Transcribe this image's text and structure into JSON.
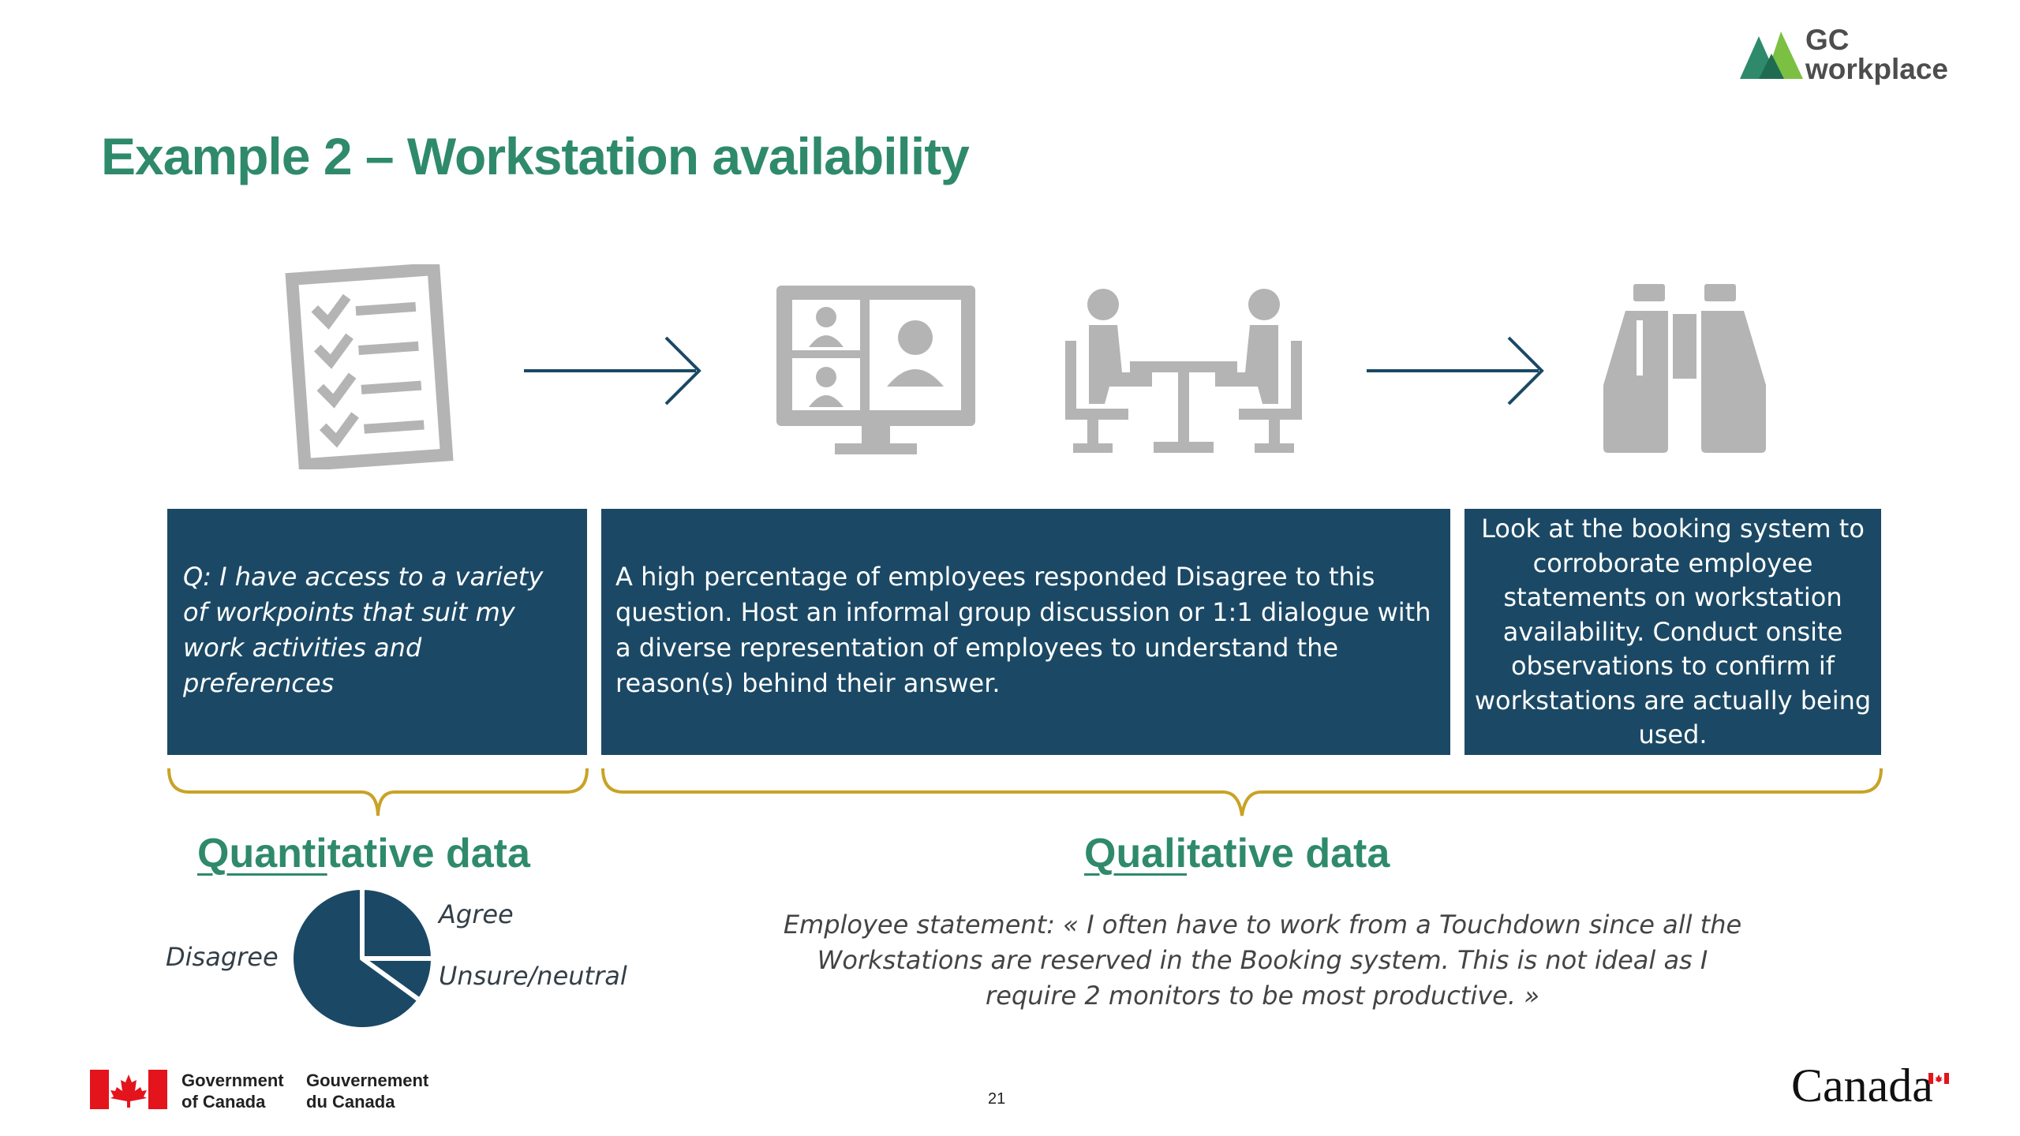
{
  "logo": {
    "line1": "GC",
    "line2": "workplace"
  },
  "title": "Example 2 – Workstation availability",
  "icons": [
    "checklist-icon",
    "arrow-right-icon",
    "video-call-icon",
    "meeting-table-icon",
    "arrow-right-icon",
    "binoculars-icon"
  ],
  "boxes": {
    "survey_question": "Q: I have access to a variety of workpoints that suit my work activities and preferences",
    "discussion": "A high percentage of employees responded Disagree to this question. Host an informal group discussion or 1:1 dialogue with a diverse representation of employees to understand the reason(s) behind their answer.",
    "observation": "Look at the booking system to corroborate employee statements on workstation availability. Conduct onsite observations to confirm if workstations are actually being used."
  },
  "sections": {
    "quantitative": {
      "underlined": "Quanti",
      "rest": "tative data"
    },
    "qualitative": {
      "underlined": "Quali",
      "rest": "tative data"
    }
  },
  "chart_data": {
    "type": "pie",
    "series": [
      {
        "name": "Agree",
        "value": 25
      },
      {
        "name": "Unsure/neutral",
        "value": 10
      },
      {
        "name": "Disagree",
        "value": 65
      }
    ],
    "labels": {
      "agree": "Agree",
      "unsure": "Unsure/neutral",
      "disagree": "Disagree"
    },
    "color": "#1b4965"
  },
  "quote": "Employee statement: « I often have to work from a Touchdown since all the Workstations are reserved in the Booking system. This is not ideal as I require 2 monitors to be most productive. »",
  "footer": {
    "gov_en_1": "Government",
    "gov_en_2": "of Canada",
    "gov_fr_1": "Gouvernement",
    "gov_fr_2": "du Canada",
    "page_number": "21",
    "wordmark": "Canada"
  },
  "colors": {
    "green": "#2e8a6b",
    "navy": "#1b4965",
    "gold": "#c9a227",
    "icon_gray": "#b4b4b4",
    "red": "#e3141b"
  }
}
